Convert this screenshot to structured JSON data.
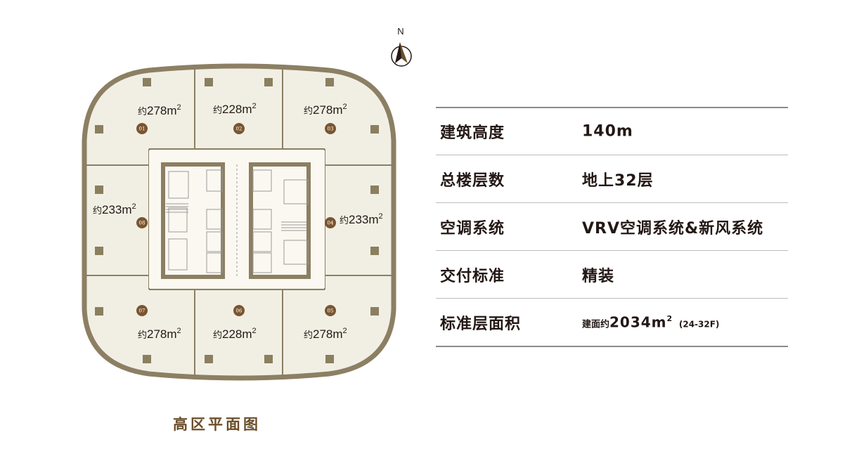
{
  "compass": {
    "letter": "N"
  },
  "plan_title": "高区平面图",
  "units": [
    {
      "num": "01",
      "pre": "约",
      "area": "278m",
      "sup": "2"
    },
    {
      "num": "02",
      "pre": "约",
      "area": "228m",
      "sup": "2"
    },
    {
      "num": "03",
      "pre": "约",
      "area": "278m",
      "sup": "2"
    },
    {
      "num": "04",
      "pre": "约",
      "area": "233m",
      "sup": "2"
    },
    {
      "num": "05",
      "pre": "约",
      "area": "278m",
      "sup": "2"
    },
    {
      "num": "06",
      "pre": "约",
      "area": "228m",
      "sup": "2"
    },
    {
      "num": "07",
      "pre": "约",
      "area": "278m",
      "sup": "2"
    },
    {
      "num": "08",
      "pre": "约",
      "area": "233m",
      "sup": "2"
    }
  ],
  "spec": {
    "rows": [
      {
        "label": "建筑高度",
        "value": "140m"
      },
      {
        "label": "总楼层数",
        "value": "地上32层"
      },
      {
        "label": "空调系统",
        "value": "VRV空调系统&新风系统"
      },
      {
        "label": "交付标准",
        "value": "精装"
      },
      {
        "label": "标准层面积",
        "value_prefix": "建面约",
        "value_main": "2034m",
        "value_sup": "2",
        "value_suffix": "(24-32F)"
      }
    ]
  },
  "colors": {
    "frame": "#8c7f63",
    "fill": "#f1efe4",
    "column": "#8a7f5f",
    "badge": "#7a5530",
    "title": "#6b4e2a"
  }
}
